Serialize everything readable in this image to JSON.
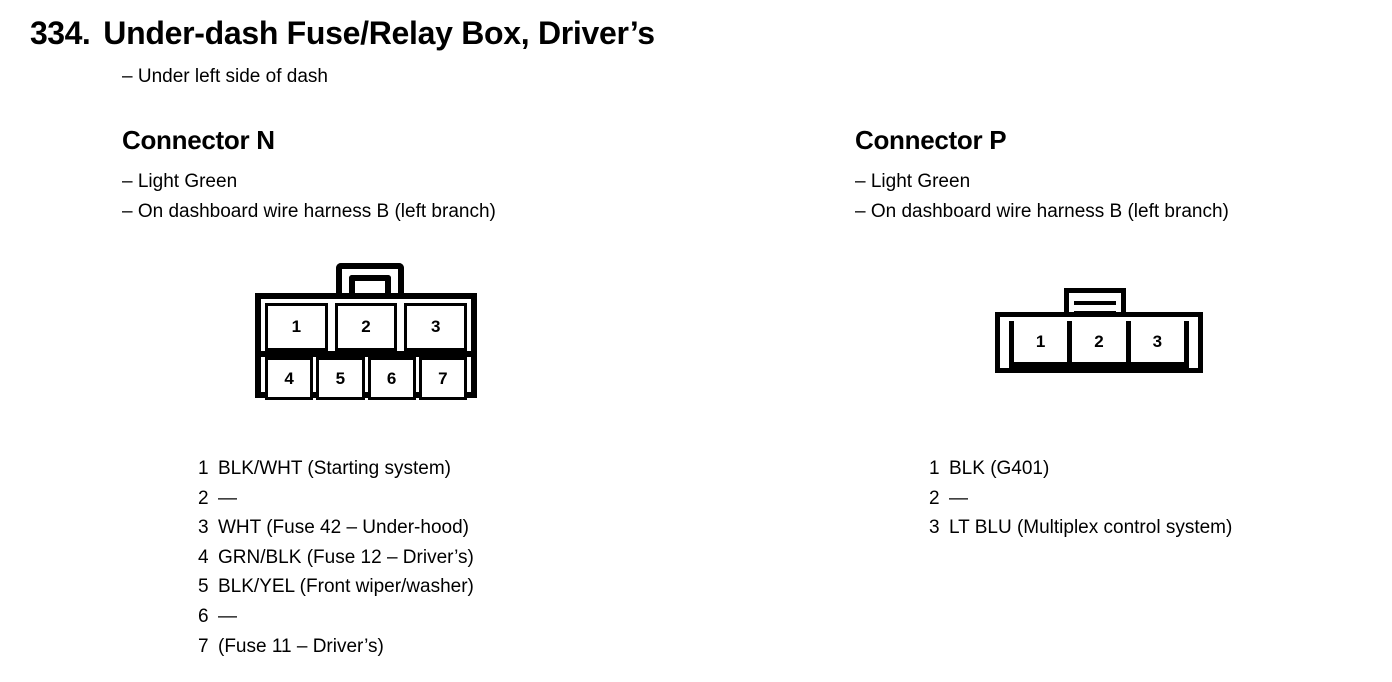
{
  "page": {
    "number": "334.",
    "title": "Under-dash Fuse/Relay Box, Driver’s",
    "subtitle": "– Under left side of dash"
  },
  "connectors": [
    {
      "title": "Connector N",
      "color_note": "– Light Green",
      "harness_note": "– On dashboard wire harness B (left branch)",
      "diagram": {
        "type": "7-pin-two-row",
        "top_row": [
          "1",
          "2",
          "3"
        ],
        "bottom_row": [
          "4",
          "5",
          "6",
          "7"
        ],
        "latch": "top-center-arch"
      },
      "pins": [
        {
          "no": "1",
          "desc": "BLK/WHT (Starting system)"
        },
        {
          "no": "2",
          "desc": "—"
        },
        {
          "no": "3",
          "desc": "WHT (Fuse 42 – Under-hood)"
        },
        {
          "no": "4",
          "desc": "GRN/BLK (Fuse 12 – Driver’s)"
        },
        {
          "no": "5",
          "desc": "BLK/YEL (Front wiper/washer)"
        },
        {
          "no": "6",
          "desc": "—"
        },
        {
          "no": "7",
          "desc": "(Fuse 11 – Driver’s)"
        }
      ]
    },
    {
      "title": "Connector P",
      "color_note": "– Light Green",
      "harness_note": "– On dashboard wire harness B (left branch)",
      "diagram": {
        "type": "3-pin-single-row",
        "cells": [
          "1",
          "2",
          "3"
        ],
        "latch": "top-center-tab"
      },
      "pins": [
        {
          "no": "1",
          "desc": "BLK (G401)"
        },
        {
          "no": "2",
          "desc": "—"
        },
        {
          "no": "3",
          "desc": "LT BLU (Multiplex control system)"
        }
      ]
    }
  ],
  "colors": {
    "ink": "#000000",
    "paper": "#ffffff"
  }
}
